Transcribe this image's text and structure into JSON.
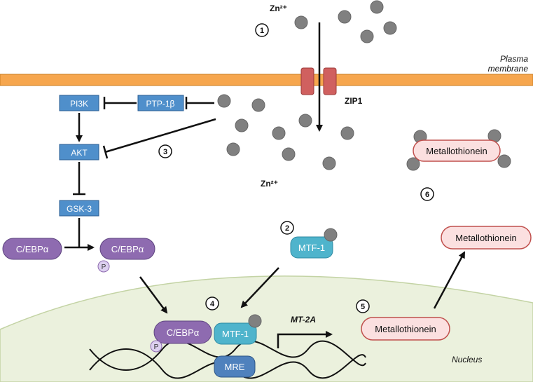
{
  "labels": {
    "zn_top": "Zn²⁺",
    "zn_bottom": "Zn²⁺",
    "plasma_membrane_line1": "Plasma",
    "plasma_membrane_line2": "membrane",
    "zip1": "ZIP1",
    "nucleus": "Nucleus",
    "gene": "MT-2A",
    "mre": "MRE",
    "phospho": "P"
  },
  "boxes": {
    "pi3k": "PI3K",
    "ptp": "PTP-1β",
    "akt": "AKT",
    "gsk3": "GSK-3"
  },
  "proteins": {
    "cebpa_left": "C/EBPα",
    "cebpa_right": "C/EBPα",
    "cebpa_nucleus": "C/EBPα",
    "mtf1_cyto": "MTF-1",
    "mtf1_nucleus": "MTF-1",
    "mt_cyto": "Metallothionein",
    "mt_out": "Metallothionein",
    "mt_nucleus": "Metallothionein"
  },
  "steps": [
    "1",
    "2",
    "3",
    "4",
    "5",
    "6"
  ],
  "colors": {
    "membrane": "#f6a64e",
    "channel": "#d0605f",
    "zinc": "#808080",
    "signal_box": "#4f8fcb",
    "cebpa": "#8e6bb0",
    "mtf1": "#4fb4cc",
    "mt_fill": "#fbe0e0",
    "mt_stroke": "#c0504d",
    "nucleus_fill": "#ebf1dd",
    "mre": "#4f81bd",
    "phospho": "#ddd0f0"
  }
}
